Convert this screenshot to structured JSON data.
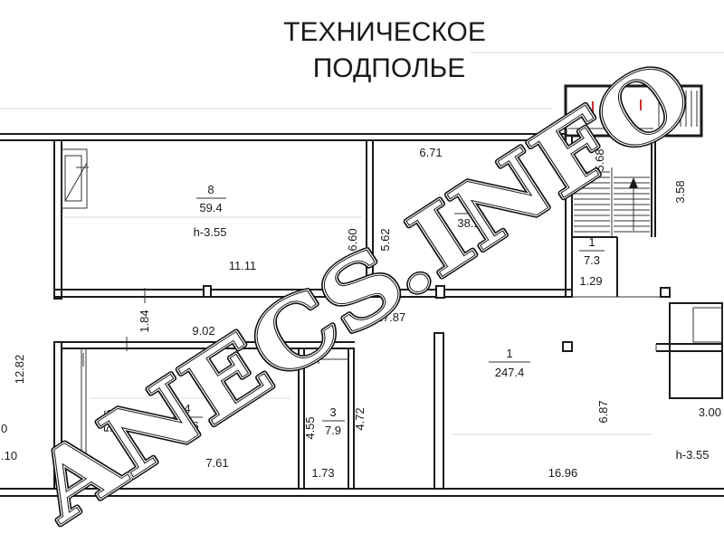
{
  "title": {
    "line1": "ТЕХНИЧЕСКОЕ",
    "line2": "ПОДПОЛЬЕ"
  },
  "watermark": "ANECS.INFO",
  "rooms": {
    "r8": {
      "number": "8",
      "area": "59.4",
      "height": "h-3.55",
      "length": "11.11"
    },
    "r2": {
      "number": "2",
      "area": "38.1",
      "width": "6.71",
      "dim_a": "6.60",
      "dim_b": "5.62",
      "dim_c": "5.68"
    },
    "r1_small": {
      "number": "1",
      "area": "7.3",
      "width": "1.29"
    },
    "r4": {
      "number": "4",
      "area": "38.6",
      "length": "7.61",
      "depth": "5.76"
    },
    "r3": {
      "number": "3",
      "area": "7.9",
      "dim_left": "4.55",
      "dim_right": "4.72",
      "width": "1.73"
    },
    "r1_main": {
      "number": "1",
      "area": "247.4",
      "depth": "6.87",
      "length": "16.96",
      "width_right": "3.00",
      "height": "h-3.55"
    }
  },
  "dimensions": {
    "stair_side": "3.58",
    "corridor_length": "27.87",
    "corridor_width": "1.84",
    "corridor_section": "9.02",
    "left_height": "12.82",
    "edge_a": "0",
    "edge_b": ".10"
  },
  "colors": {
    "ink": "#1a1a1a",
    "mark": "#d03030"
  }
}
